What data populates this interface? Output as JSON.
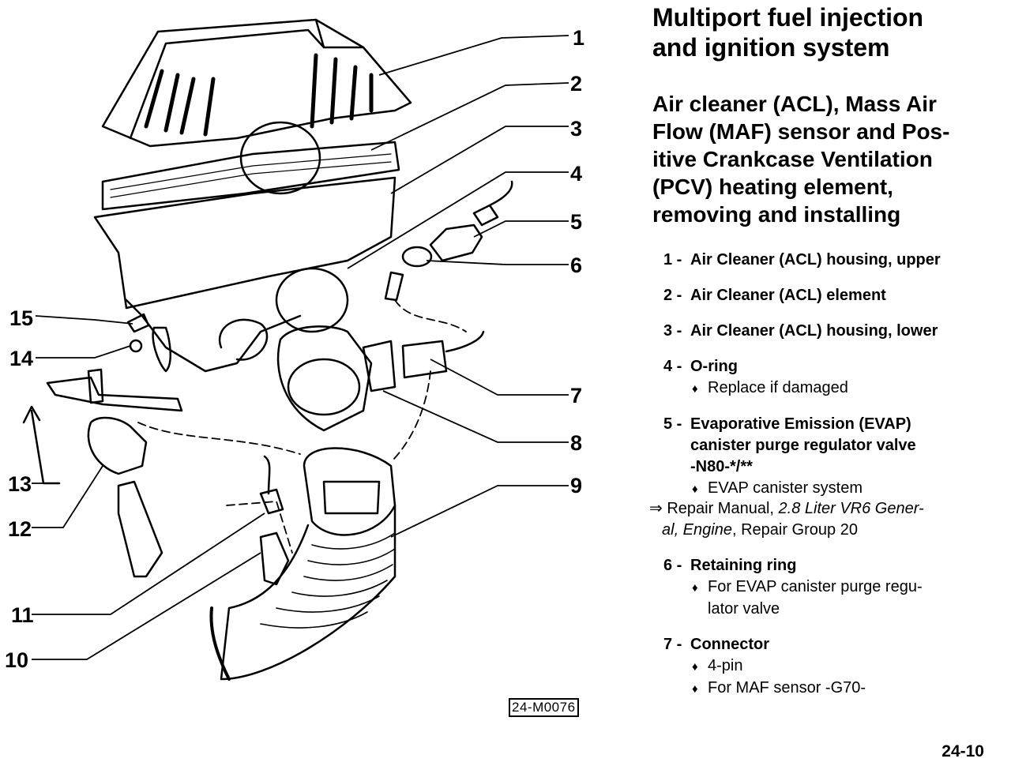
{
  "diagram": {
    "callouts": [
      "1",
      "2",
      "3",
      "4",
      "5",
      "6",
      "7",
      "8",
      "9",
      "10",
      "11",
      "12",
      "13",
      "14",
      "15"
    ],
    "figure_code": "24-M0076"
  },
  "header": {
    "title_line1": "Multiport fuel injection",
    "title_line2": "and ignition system",
    "subtitle_lines": [
      "Air cleaner (ACL), Mass Air",
      "Flow (MAF) sensor and Pos-",
      "itive Crankcase Ventilation",
      "(PCV) heating element,",
      "removing and installing"
    ]
  },
  "items": [
    {
      "num": "1 -",
      "label": "Air Cleaner (ACL) housing, upper"
    },
    {
      "num": "2 -",
      "label": "Air Cleaner (ACL) element"
    },
    {
      "num": "3 -",
      "label": "Air Cleaner (ACL) housing, lower"
    },
    {
      "num": "4 -",
      "label": "O-ring",
      "bullets": [
        "Replace if damaged"
      ]
    },
    {
      "num": "5 -",
      "label_line1": "Evaporative Emission (EVAP)",
      "label_line2": "canister purge regulator valve",
      "label_line3": "-N80-*/**",
      "bullets": [
        "EVAP canister system"
      ]
    },
    {
      "num": "6 -",
      "label": "Retaining ring",
      "bullets": [
        "For EVAP canister purge regu-",
        "lator valve"
      ]
    },
    {
      "num": "7 -",
      "label": "Connector",
      "bullets": [
        "4-pin",
        "For MAF sensor -G70-"
      ]
    }
  ],
  "reference": {
    "arrow": "⇒",
    "prefix": "Repair Manual,",
    "italic": "2.8 Liter VR6 Gener-",
    "italic2": "al, Engine",
    "suffix": ", Repair Group 20"
  },
  "bullet_glyph": "♦",
  "page_number": "24-10"
}
